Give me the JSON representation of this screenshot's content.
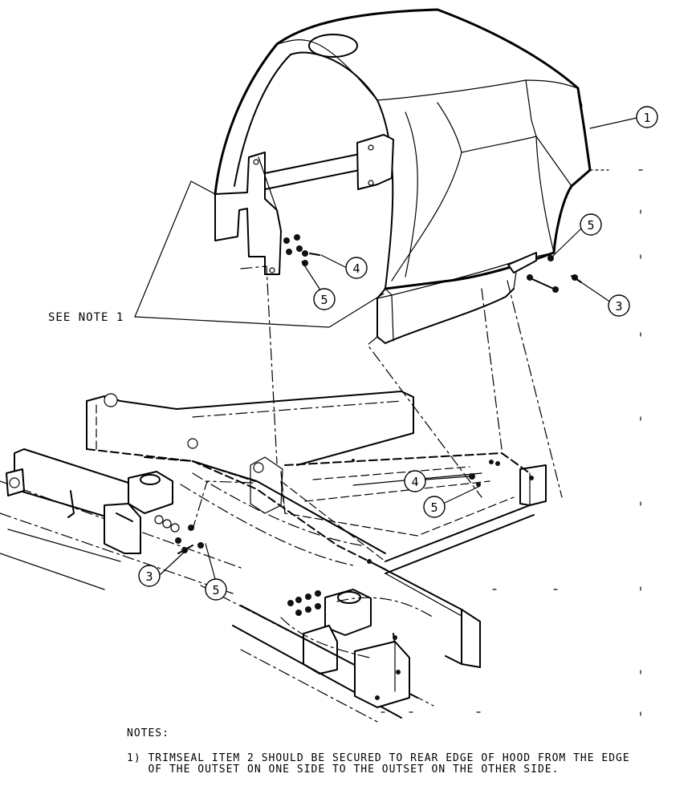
{
  "callouts": {
    "c1": "1",
    "c5_right": "5",
    "c4_top": "4",
    "c5_top": "5",
    "c3_right": "3",
    "c4_frame": "4",
    "c5_frame": "5",
    "c3_left": "3",
    "c5_left": "5"
  },
  "see_note_label": "SEE NOTE 1",
  "notes": {
    "heading": "NOTES:",
    "items": [
      "1) TRIMSEAL ITEM 2 SHOULD BE SECURED TO REAR EDGE OF HOOD FROM THE EDGE\n   OF THE OUTSET ON ONE SIDE TO THE OUTSET ON THE OTHER SIDE."
    ]
  }
}
